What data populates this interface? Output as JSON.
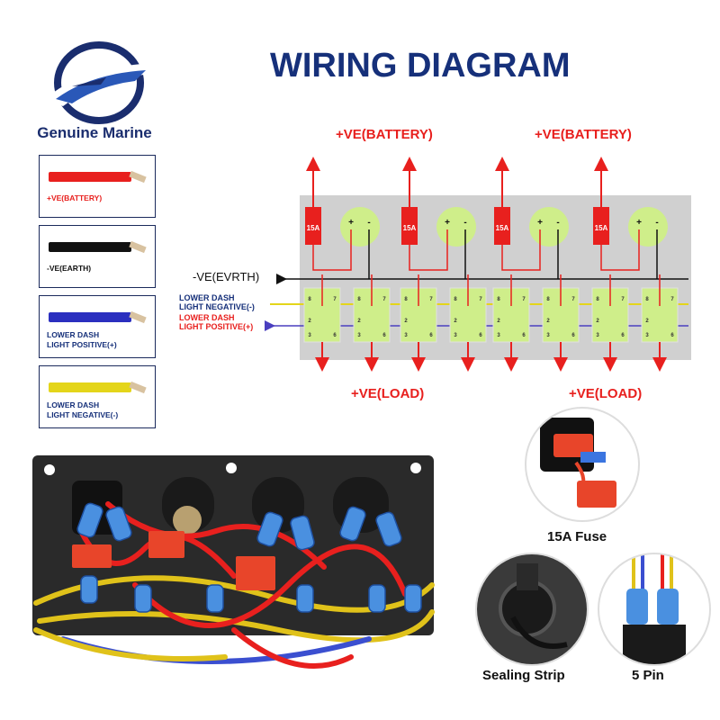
{
  "brand": {
    "name": "Genuine Marine"
  },
  "title": "WIRING DIAGRAM",
  "legend": [
    {
      "label": "+VE(BATTERY)",
      "color": "#e8201e",
      "text_color": "#e8201e"
    },
    {
      "label": "-VE(EARTH)",
      "color": "#111111",
      "text_color": "#111111"
    },
    {
      "label": "LOWER DASH\nLIGHT POSITIVE(+)",
      "color": "#2b2fbf",
      "text_color": "#16307a"
    },
    {
      "label": "LOWER DASH\nLIGHT NEGATIVE(-)",
      "color": "#e4d51a",
      "text_color": "#16307a"
    }
  ],
  "diagram": {
    "battery_label_left": "+VE(BATTERY)",
    "battery_label_right": "+VE(BATTERY)",
    "earth_label": "-VE(EVRTH)",
    "neg_label": "LOWER DASH\nLIGHT NEGATIVE(-)",
    "pos_label": "LOWER DASH\nLIGHT POSITIVE(+)",
    "load_label_left": "+VE(LOAD)",
    "load_label_right": "+VE(LOAD)",
    "fuse_label": "15A",
    "socket_plus": "+",
    "socket_minus": "-",
    "pin_labels": [
      "8",
      "7",
      "2",
      "3",
      "6"
    ]
  },
  "captions": {
    "fuse": "15A Fuse",
    "sealing": "Sealing Strip",
    "pin": "5 Pin"
  },
  "colors": {
    "title": "#16307a",
    "red": "#e8201e",
    "panel_bg": "#cfcfcf",
    "socket": "#cfee8a"
  }
}
